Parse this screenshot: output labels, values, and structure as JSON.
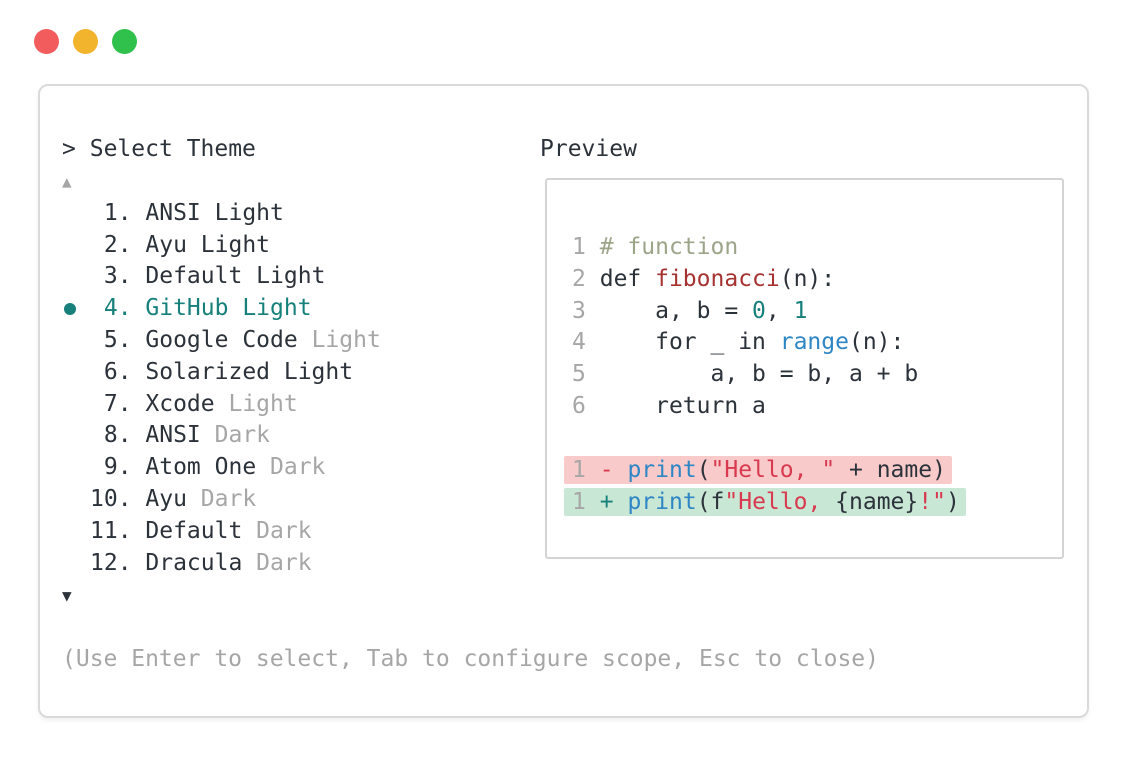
{
  "colors": {
    "accent_teal": "#17807b",
    "text_dark": "#2c323a",
    "text_muted": "#a6a6a6",
    "call_blue": "#2f86c4",
    "def_red": "#a63232",
    "string_crimson": "#d8394f",
    "comment_olive": "#9ca489",
    "diff_removed_bg": "#f8caca",
    "diff_added_bg": "#c9e7d5",
    "window_border": "#dadada",
    "preview_border": "#d4d4d4",
    "traffic_red": "#f25c5c",
    "traffic_yellow": "#f2b32d",
    "traffic_green": "#30c14c"
  },
  "window_controls": [
    {
      "name": "close",
      "color_key": "traffic_red"
    },
    {
      "name": "minimize",
      "color_key": "traffic_yellow"
    },
    {
      "name": "zoom",
      "color_key": "traffic_green"
    }
  ],
  "selector": {
    "prompt": ">",
    "title": "Select Theme",
    "scroll_up_glyph": "▲",
    "scroll_down_glyph": "▼",
    "themes": [
      {
        "num": "1",
        "name": "ANSI",
        "variant": "Light",
        "variant_muted": false,
        "selected": false
      },
      {
        "num": "2",
        "name": "Ayu",
        "variant": "Light",
        "variant_muted": false,
        "selected": false
      },
      {
        "num": "3",
        "name": "Default",
        "variant": "Light",
        "variant_muted": false,
        "selected": false
      },
      {
        "num": "4",
        "name": "GitHub",
        "variant": "Light",
        "variant_muted": false,
        "selected": true
      },
      {
        "num": "5",
        "name": "Google Code",
        "variant": "Light",
        "variant_muted": true,
        "selected": false
      },
      {
        "num": "6",
        "name": "Solarized",
        "variant": "Light",
        "variant_muted": false,
        "selected": false
      },
      {
        "num": "7",
        "name": "Xcode",
        "variant": "Light",
        "variant_muted": true,
        "selected": false
      },
      {
        "num": "8",
        "name": "ANSI",
        "variant": "Dark",
        "variant_muted": true,
        "selected": false
      },
      {
        "num": "9",
        "name": "Atom One",
        "variant": "Dark",
        "variant_muted": true,
        "selected": false
      },
      {
        "num": "10",
        "name": "Ayu",
        "variant": "Dark",
        "variant_muted": true,
        "selected": false
      },
      {
        "num": "11",
        "name": "Default",
        "variant": "Dark",
        "variant_muted": true,
        "selected": false
      },
      {
        "num": "12",
        "name": "Dracula",
        "variant": "Dark",
        "variant_muted": true,
        "selected": false
      }
    ],
    "help_text": "(Use Enter to select, Tab to configure scope, Esc to close)"
  },
  "preview": {
    "label": "Preview",
    "lines": [
      {
        "num": "1",
        "tokens": [
          {
            "t": "# function",
            "c": "comment"
          }
        ]
      },
      {
        "num": "2",
        "tokens": [
          {
            "t": "def ",
            "c": "code"
          },
          {
            "t": "fibonacci",
            "c": "def"
          },
          {
            "t": "(n):",
            "c": "code"
          }
        ]
      },
      {
        "num": "3",
        "tokens": [
          {
            "t": "    a, b = ",
            "c": "code"
          },
          {
            "t": "0",
            "c": "num"
          },
          {
            "t": ", ",
            "c": "code"
          },
          {
            "t": "1",
            "c": "num"
          }
        ]
      },
      {
        "num": "4",
        "tokens": [
          {
            "t": "    for _ in ",
            "c": "code"
          },
          {
            "t": "range",
            "c": "call"
          },
          {
            "t": "(n):",
            "c": "code"
          }
        ]
      },
      {
        "num": "5",
        "tokens": [
          {
            "t": "        a, b = b, a + b",
            "c": "code"
          }
        ]
      },
      {
        "num": "6",
        "tokens": [
          {
            "t": "    return a",
            "c": "code"
          }
        ]
      },
      {
        "blank": true
      },
      {
        "num": "1",
        "sign": "-",
        "kind": "removed",
        "tokens": [
          {
            "t": "print",
            "c": "call"
          },
          {
            "t": "(",
            "c": "code"
          },
          {
            "t": "\"Hello, \"",
            "c": "str"
          },
          {
            "t": " + name)",
            "c": "code"
          }
        ]
      },
      {
        "num": "1",
        "sign": "+",
        "kind": "added",
        "tokens": [
          {
            "t": "print",
            "c": "call"
          },
          {
            "t": "(f",
            "c": "code"
          },
          {
            "t": "\"Hello, ",
            "c": "str"
          },
          {
            "t": "{name}",
            "c": "code"
          },
          {
            "t": "!\"",
            "c": "str"
          },
          {
            "t": ")",
            "c": "code"
          }
        ]
      }
    ]
  }
}
